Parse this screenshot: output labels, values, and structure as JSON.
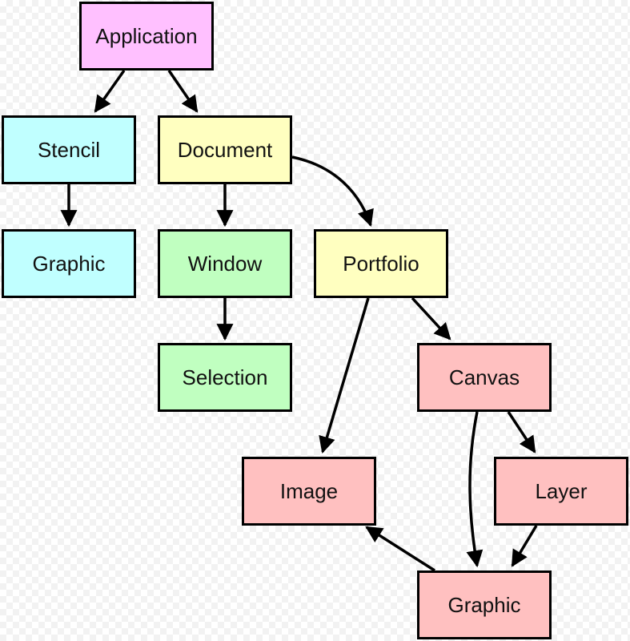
{
  "diagram": {
    "nodes": [
      {
        "id": "application",
        "label": "Application",
        "color": "#ffc0ff"
      },
      {
        "id": "stencil",
        "label": "Stencil",
        "color": "#c0ffff"
      },
      {
        "id": "document",
        "label": "Document",
        "color": "#ffffc0"
      },
      {
        "id": "graphic_stencil",
        "label": "Graphic",
        "color": "#c0ffff"
      },
      {
        "id": "window",
        "label": "Window",
        "color": "#c0ffc0"
      },
      {
        "id": "portfolio",
        "label": "Portfolio",
        "color": "#ffffc0"
      },
      {
        "id": "selection",
        "label": "Selection",
        "color": "#c0ffc0"
      },
      {
        "id": "canvas",
        "label": "Canvas",
        "color": "#ffc0c0"
      },
      {
        "id": "image",
        "label": "Image",
        "color": "#ffc0c0"
      },
      {
        "id": "layer",
        "label": "Layer",
        "color": "#ffc0c0"
      },
      {
        "id": "graphic_canvas",
        "label": "Graphic",
        "color": "#ffc0c0"
      }
    ],
    "edges": [
      {
        "from": "application",
        "to": "stencil"
      },
      {
        "from": "application",
        "to": "document"
      },
      {
        "from": "stencil",
        "to": "graphic_stencil"
      },
      {
        "from": "document",
        "to": "window"
      },
      {
        "from": "document",
        "to": "portfolio"
      },
      {
        "from": "window",
        "to": "selection"
      },
      {
        "from": "portfolio",
        "to": "canvas"
      },
      {
        "from": "portfolio",
        "to": "image"
      },
      {
        "from": "canvas",
        "to": "layer"
      },
      {
        "from": "canvas",
        "to": "graphic_canvas"
      },
      {
        "from": "layer",
        "to": "graphic_canvas"
      },
      {
        "from": "graphic_canvas",
        "to": "image"
      }
    ]
  }
}
